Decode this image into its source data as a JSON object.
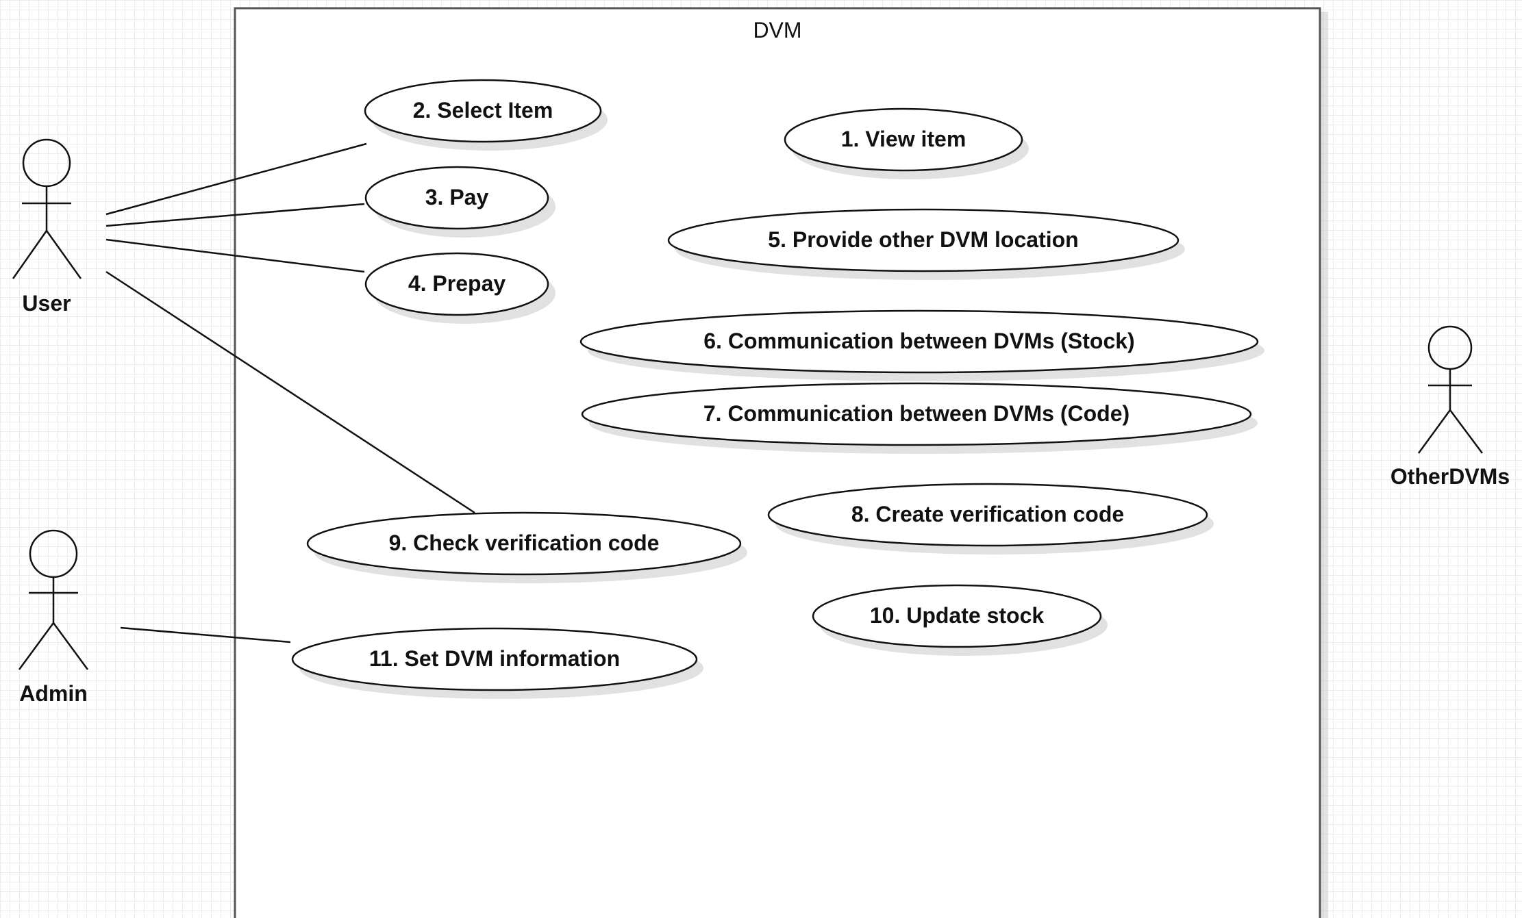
{
  "system": {
    "title": "DVM"
  },
  "actors": {
    "user": "User",
    "admin": "Admin",
    "other_dvms": "OtherDVMs"
  },
  "use_cases": {
    "uc1": "1. View item",
    "uc2": "2. Select Item",
    "uc3": "3. Pay",
    "uc4": "4. Prepay",
    "uc5": "5. Provide other DVM location",
    "uc6": "6. Communication between DVMs (Stock)",
    "uc7": "7. Communication between DVMs (Code)",
    "uc8": "8. Create verification code",
    "uc9": "9. Check verification code",
    "uc10": "10. Update stock",
    "uc11": "11. Set DVM information"
  },
  "associations": [
    {
      "from": "User",
      "to": "2. Select Item"
    },
    {
      "from": "User",
      "to": "3. Pay"
    },
    {
      "from": "User",
      "to": "4. Prepay"
    },
    {
      "from": "User",
      "to": "9. Check verification code"
    },
    {
      "from": "Admin",
      "to": "11. Set DVM information"
    }
  ],
  "style": {
    "line_color": "#111111",
    "background": "#ffffff",
    "grid_color": "#ececec",
    "shadow_color": "#d9d9d9"
  }
}
